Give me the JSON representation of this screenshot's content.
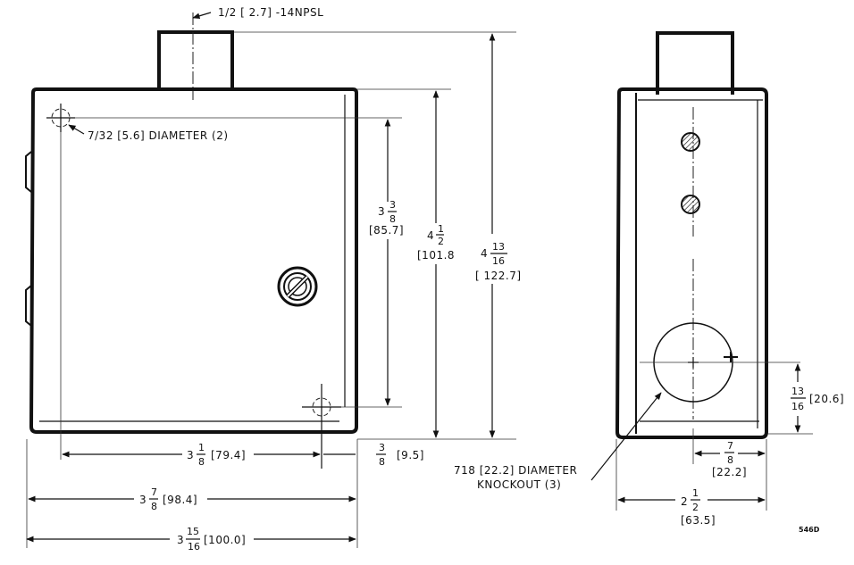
{
  "labels": {
    "thread": "1/2 [ 2.7] -14NPSL",
    "mount_hole": "7/32 [5.6] DIAMETER (2)",
    "dim_3_3_8_whole": "3",
    "dim_3_3_8_num": "3",
    "dim_3_3_8_den": "8",
    "dim_3_3_8_metric": "[85.7]",
    "dim_4_1_2_whole": "4",
    "dim_4_1_2_num": "1",
    "dim_4_1_2_den": "2",
    "dim_4_1_2_metric": "[101.8",
    "dim_4_13_16_whole": "4",
    "dim_4_13_16_num": "13",
    "dim_4_13_16_den": "16",
    "dim_4_13_16_metric": "[ 122.7]",
    "dim_3_1_8_whole": "3",
    "dim_3_1_8_num": "1",
    "dim_3_1_8_den": "8",
    "dim_3_1_8_metric": "[79.4]",
    "dim_3_8_num": "3",
    "dim_3_8_den": "8",
    "dim_3_8_metric": "[9.5]",
    "dim_3_7_8_whole": "3",
    "dim_3_7_8_num": "7",
    "dim_3_7_8_den": "8",
    "dim_3_7_8_metric": "[98.4]",
    "dim_3_15_16_whole": "3",
    "dim_3_15_16_num": "15",
    "dim_3_15_16_den": "16",
    "dim_3_15_16_metric": "[100.0]",
    "knockout_line1": "718 [22.2]  DIAMETER",
    "knockout_line2": "KNOCKOUT (3)",
    "dim_13_16_num": "13",
    "dim_13_16_den": "16",
    "dim_13_16_metric": "[20.6]",
    "dim_7_8_num": "7",
    "dim_7_8_den": "8",
    "dim_7_8_metric": "[22.2]",
    "dim_2_1_2_whole": "2",
    "dim_2_1_2_num": "1",
    "dim_2_1_2_den": "2",
    "dim_2_1_2_metric": "[63.5]",
    "fig_code": "546D"
  }
}
